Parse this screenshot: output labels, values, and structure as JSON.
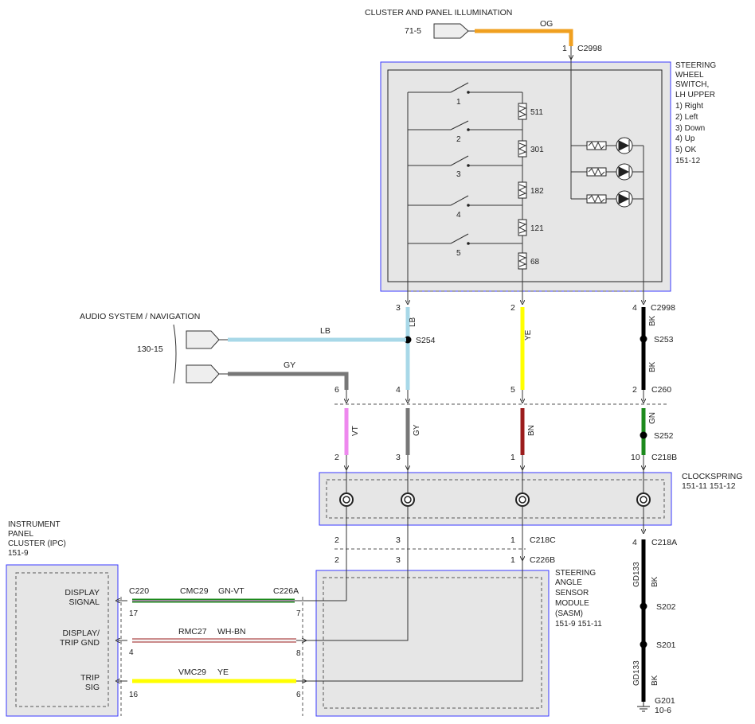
{
  "top": {
    "title": "CLUSTER AND PANEL ILLUMINATION",
    "ref": "71-5",
    "wire_color": "OG",
    "pin": "1",
    "connector": "C2998"
  },
  "switch": {
    "title": [
      "STEERING",
      "WHEEL",
      "SWITCH,",
      "LH UPPER",
      "1) Right",
      "2) Left",
      "3) Down",
      "4) Up",
      "5) OK",
      "151-12"
    ],
    "positions": [
      "1",
      "2",
      "3",
      "4",
      "5"
    ],
    "resistors": [
      "511",
      "301",
      "182",
      "121",
      "68"
    ]
  },
  "switch_pins": {
    "p3": "3",
    "p2": "2",
    "p4": "4",
    "conn": "C2998"
  },
  "audio": {
    "title": "AUDIO SYSTEM / NAVIGATION",
    "ref": "130-15",
    "wire1": "LB",
    "wire2": "GY"
  },
  "wires": {
    "lb": "LB",
    "ye": "YE",
    "bk1": "BK",
    "bk2": "BK",
    "gn": "GN",
    "vt": "VT",
    "gy": "GY",
    "bn": "BN",
    "bk3": "BK",
    "bk4": "BK",
    "gd1": "GD133",
    "gd2": "GD133"
  },
  "splices": {
    "s254": "S254",
    "s253": "S253",
    "s252": "S252",
    "s202": "S202",
    "s201": "S201"
  },
  "pins": {
    "p6": "6",
    "p4": "4",
    "p5": "5",
    "p2b": "2",
    "p2c": "2",
    "p3c": "3",
    "p1c": "1",
    "p10": "10",
    "p2d": "2",
    "p3d": "3",
    "p1d": "1",
    "p2e": "2",
    "p3e": "3",
    "p1e": "1",
    "p4f": "4"
  },
  "connectors": {
    "c260": "C260",
    "c218b": "C218B",
    "c218c": "C218C",
    "c226b": "C226B",
    "c218a": "C218A"
  },
  "clockspring": {
    "title": "CLOCKSPRING",
    "refs": "151-11  151-12"
  },
  "sasm": {
    "title": [
      "STEERING",
      "ANGLE",
      "SENSOR",
      "MODULE",
      "(SASM)"
    ],
    "refs": "151-9   151-11"
  },
  "ipc": {
    "title": [
      "INSTRUMENT",
      "PANEL",
      "CLUSTER (IPC)",
      "151-9"
    ],
    "sig1": [
      "DISPLAY",
      "SIGNAL"
    ],
    "sig2": [
      "DISPLAY/",
      "TRIP GND"
    ],
    "sig3": [
      "TRIP",
      "SIG"
    ],
    "conn": "C220",
    "pin17": "17",
    "pin4": "4",
    "pin16": "16"
  },
  "circuits": {
    "c1": "CMC29",
    "c1col": "GN-VT",
    "c2": "RMC27",
    "c2col": "WH-BN",
    "c3": "VMC29",
    "c3col": "YE",
    "c226a": "C226A",
    "p7": "7",
    "p8": "8",
    "p6": "6"
  },
  "ground": {
    "name": "G201",
    "ref": "10-6"
  },
  "colors": {
    "og": "#f0a020",
    "lb": "#a8d8e8",
    "ye": "#ffff00",
    "bk": "#000000",
    "gn": "#1c8a1c",
    "vt": "#ee88ee",
    "gy": "#777777",
    "bn": "#9b1c1c",
    "box": "#3a3aff"
  }
}
